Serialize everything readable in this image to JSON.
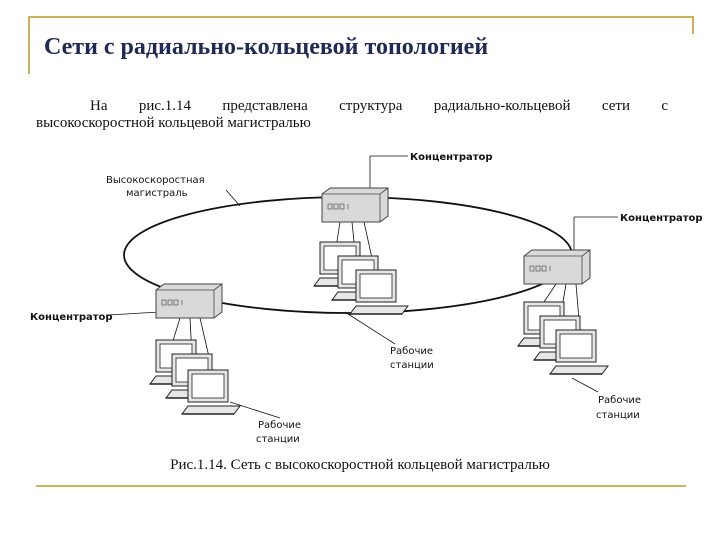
{
  "slide": {
    "title": "Сети с радиально-кольцевой топологией",
    "intro_line1": "На рис.1.14 представлена структура радиально-кольцевой сети с",
    "intro_line2": "высокоскоростной кольцевой магистралью",
    "caption": "Рис.1.14. Сеть с высокоскоростной кольцевой магистралью"
  },
  "diagram": {
    "backbone_label_line1": "Высокоскоростная",
    "backbone_label_line2": "магистраль",
    "concentrator_top": "Концентратор",
    "concentrator_right": "Концентратор",
    "concentrator_left": "Концентратор",
    "workstations_center_line1": "Рабочие",
    "workstations_center_line2": "станции",
    "workstations_right_line1": "Рабочие",
    "workstations_right_line2": "станции",
    "workstations_left_line1": "Рабочие",
    "workstations_left_line2": "станции"
  },
  "colors": {
    "frame": "#c9b25a",
    "title": "#1f2a55",
    "hub_fill": "#d9d9d9"
  }
}
